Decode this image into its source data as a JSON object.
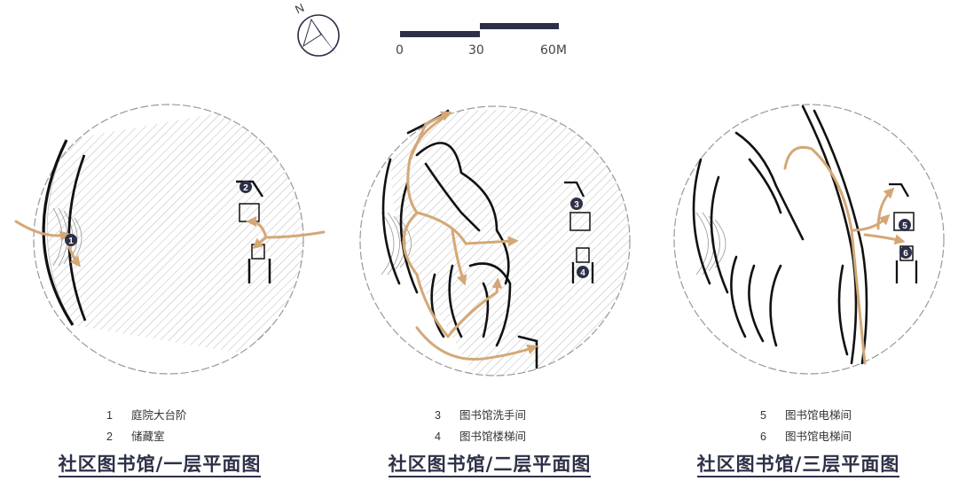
{
  "north": {
    "label": "N"
  },
  "scale_bar": {
    "labels": [
      "0",
      "30",
      "60M"
    ]
  },
  "plans": [
    {
      "title": "社区图书馆/一层平面图",
      "legend": [
        {
          "num": "1",
          "name": "庭院大台阶"
        },
        {
          "num": "2",
          "name": "储藏室"
        }
      ]
    },
    {
      "title": "社区图书馆/二层平面图",
      "legend": [
        {
          "num": "3",
          "name": "图书馆洗手间"
        },
        {
          "num": "4",
          "name": "图书馆楼梯间"
        }
      ]
    },
    {
      "title": "社区图书馆/三层平面图",
      "legend": [
        {
          "num": "5",
          "name": "图书馆电梯间"
        },
        {
          "num": "6",
          "name": "图书馆电梯间"
        }
      ]
    }
  ],
  "colors": {
    "path": "#d4a876",
    "marker": "#2d3047",
    "wall": "#111111",
    "hatch": "#b9b9b9",
    "title": "#2d3047"
  }
}
